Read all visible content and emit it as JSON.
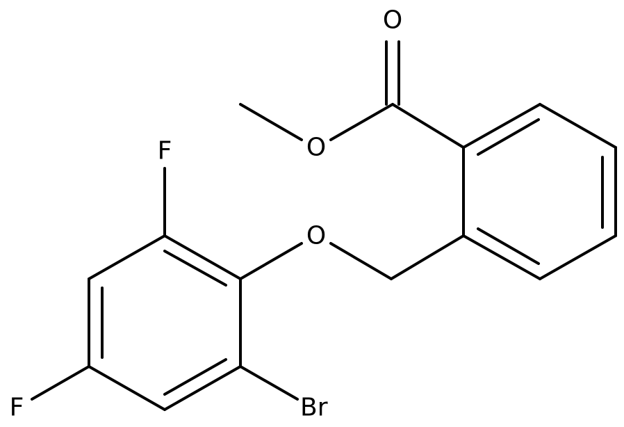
{
  "atoms": {
    "o_carbonyl": "O",
    "o_ester": "O",
    "o_ether": "O",
    "f_top": "F",
    "f_left": "F",
    "br": "Br"
  },
  "colors": {
    "bond": "#000000",
    "label": "#000000",
    "background": "#ffffff"
  }
}
